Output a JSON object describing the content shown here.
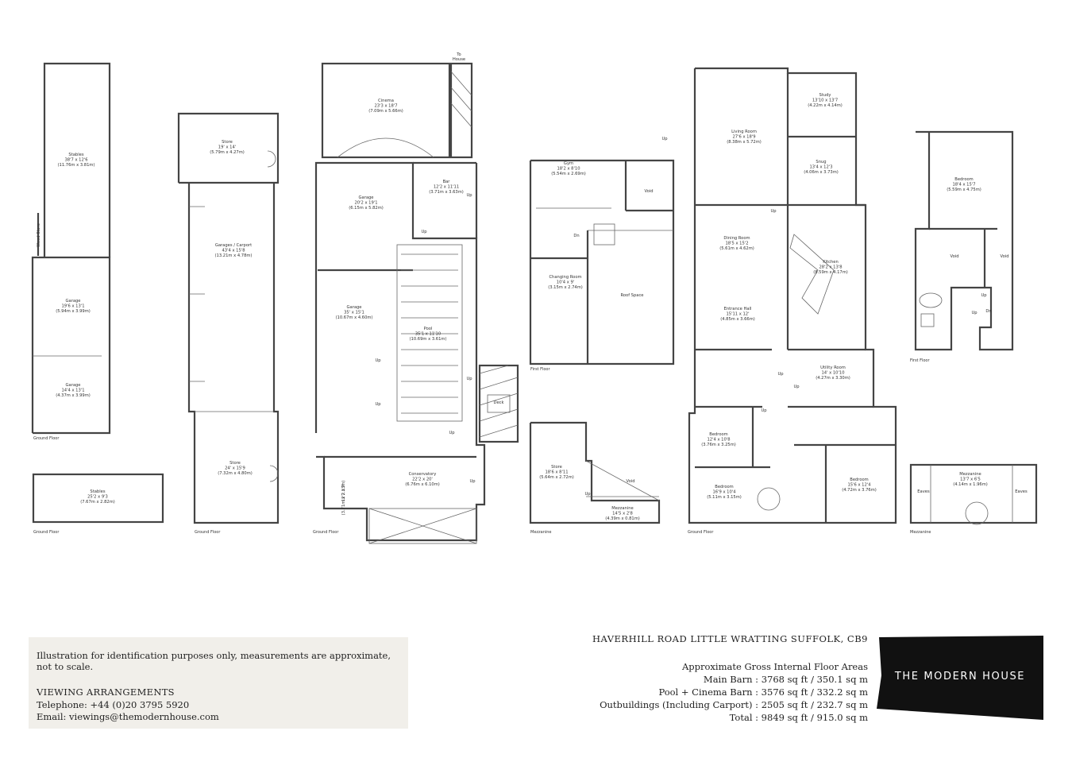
{
  "plan": {
    "floor_labels": {
      "stables_ground": "Ground Floor",
      "stables_small_ground": "Ground Floor",
      "garages_ground": "Ground Floor",
      "pool_ground": "Ground Floor",
      "pool_first": "First Floor",
      "pool_mezz": "Mezzanine",
      "main_ground": "Ground Floor",
      "main_first": "First Floor",
      "main_mezz": "Mezzanine"
    },
    "marks": {
      "to_house": "To House",
      "wood_store": "Wood Store",
      "deck": "Deck"
    },
    "rooms": [
      {
        "name": "Stables",
        "imp": "38'7 x 12'6",
        "met": "(11.76m x 3.81m)"
      },
      {
        "name": "Garage",
        "imp": "19'6 x 13'1",
        "met": "(5.94m x 3.99m)"
      },
      {
        "name": "Garage",
        "imp": "14'4 x 13'1",
        "met": "(4.37m x 3.99m)"
      },
      {
        "name": "Stables",
        "imp": "25'2 x 9'3",
        "met": "(7.67m x 2.82m)"
      },
      {
        "name": "Store",
        "imp": "19' x 14'",
        "met": "(5.79m x 4.27m)"
      },
      {
        "name": "Garages / Carport",
        "imp": "43'4 x 15'8",
        "met": "(13.21m x 4.78m)"
      },
      {
        "name": "Store",
        "imp": "24' x 15'9",
        "met": "(7.32m x 4.80m)"
      },
      {
        "name": "Cinema",
        "imp": "23'3 x 18'7",
        "met": "(7.09m x 5.66m)"
      },
      {
        "name": "Bar",
        "imp": "12'2 x 11'11",
        "met": "(3.71m x 3.63m)"
      },
      {
        "name": "Garage",
        "imp": "20'2 x 19'1",
        "met": "(6.15m x 5.82m)"
      },
      {
        "name": "Garage",
        "imp": "35' x 15'1",
        "met": "(10.67m x 4.60m)"
      },
      {
        "name": "Pool",
        "imp": "35'1 x 11'10",
        "met": "(10.69m x 3.61m)"
      },
      {
        "name": "Conservatory",
        "imp": "22'2 x 20'",
        "met": "(6.76m x 6.10m)"
      },
      {
        "name": "",
        "imp": "12'2 x 7'",
        "met": "(3.71m x 2.13m)"
      },
      {
        "name": "Gym",
        "imp": "18'2 x 8'10",
        "met": "(5.54m x 2.69m)"
      },
      {
        "name": "Void",
        "imp": "",
        "met": ""
      },
      {
        "name": "Changing Room",
        "imp": "10'4 x 9'",
        "met": "(3.15m x 2.74m)"
      },
      {
        "name": "Roof Space",
        "imp": "",
        "met": ""
      },
      {
        "name": "Store",
        "imp": "18'6 x 8'11",
        "met": "(5.64m x 2.72m)"
      },
      {
        "name": "Void",
        "imp": "",
        "met": ""
      },
      {
        "name": "Mezzanine",
        "imp": "14'5 x 2'8",
        "met": "(4.39m x 0.81m)"
      },
      {
        "name": "Living Room",
        "imp": "27'6 x 18'9",
        "met": "(8.38m x 5.72m)"
      },
      {
        "name": "Study",
        "imp": "13'10 x 13'7",
        "met": "(4.22m x 4.14m)"
      },
      {
        "name": "Snug",
        "imp": "13'4 x 12'3",
        "met": "(4.06m x 3.73m)"
      },
      {
        "name": "Dining Room",
        "imp": "18'5 x 15'2",
        "met": "(5.61m x 4.62m)"
      },
      {
        "name": "Kitchen",
        "imp": "28'2 x 13'8",
        "met": "(8.59m x 4.17m)"
      },
      {
        "name": "Entrance Hall",
        "imp": "15'11 x 12'",
        "met": "(4.85m x 3.66m)"
      },
      {
        "name": "Utility Room",
        "imp": "14' x 10'10",
        "met": "(4.27m x 3.30m)"
      },
      {
        "name": "Bedroom",
        "imp": "12'4 x 10'8",
        "met": "(3.76m x 3.25m)"
      },
      {
        "name": "Bedroom",
        "imp": "16'9 x 10'4",
        "met": "(5.11m x 3.15m)"
      },
      {
        "name": "Bedroom",
        "imp": "15'6 x 12'4",
        "met": "(4.72m x 3.76m)"
      },
      {
        "name": "Bedroom",
        "imp": "18'4 x 15'7",
        "met": "(5.59m x 4.75m)"
      },
      {
        "name": "Void",
        "imp": "",
        "met": ""
      },
      {
        "name": "Void",
        "imp": "",
        "met": ""
      },
      {
        "name": "Mezzanine",
        "imp": "13'7 x 6'5",
        "met": "(4.14m x 1.96m)"
      },
      {
        "name": "Eaves",
        "imp": "",
        "met": ""
      },
      {
        "name": "Eaves",
        "imp": "",
        "met": ""
      }
    ],
    "markers": [
      "Up",
      "Up",
      "Up",
      "Up",
      "Up",
      "Up",
      "Up",
      "Up",
      "Up",
      "Up",
      "Up",
      "Up",
      "Up",
      "Up",
      "Up",
      "Dn",
      "Dn"
    ]
  },
  "disclaimer": {
    "note": "Illustration for identification purposes only, measurements are approximate, not to scale.",
    "viewing_heading": "VIEWING ARRANGEMENTS",
    "telephone": "Telephone: +44 (0)20 3795 5920",
    "email": "Email: viewings@themodernhouse.com"
  },
  "property": {
    "address": "HAVERHILL ROAD LITTLE WRATTING SUFFOLK, CB9",
    "areas_heading": "Approximate Gross Internal Floor Areas",
    "areas": [
      "Main Barn : 3768 sq ft / 350.1 sq m",
      "Pool + Cinema Barn : 3576 sq ft / 332.2 sq m",
      "Outbuildings (Including Carport) : 2505 sq ft / 232.7 sq m",
      "Total : 9849 sq ft / 915.0 sq m"
    ]
  },
  "brand": {
    "logo_text": "THE MODERN HOUSE",
    "logo_color": "#111111"
  }
}
